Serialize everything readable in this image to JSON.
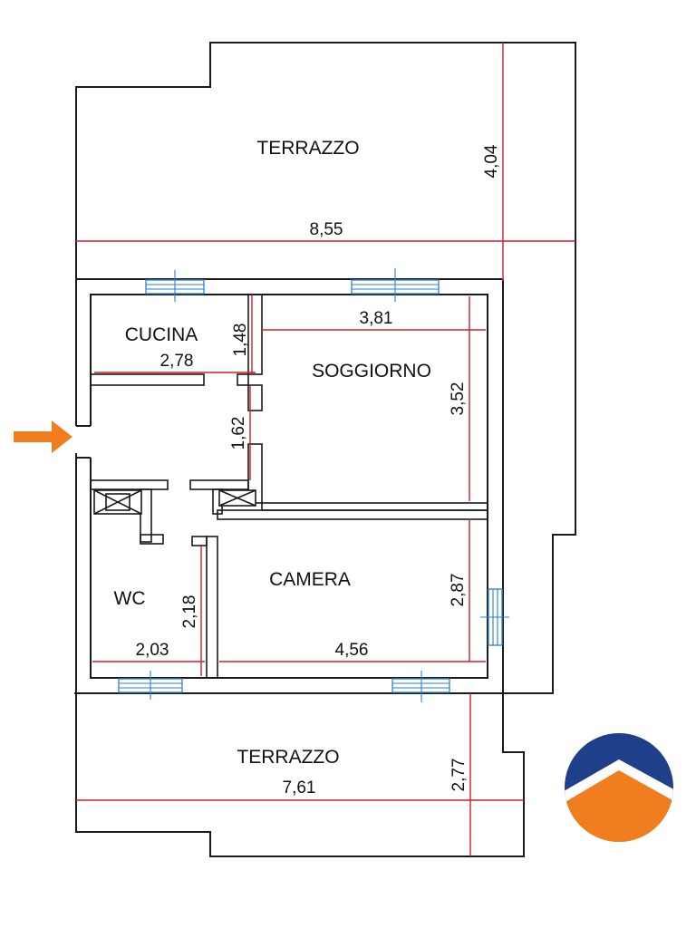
{
  "rooms": {
    "terrazzo_top": "TERRAZZO",
    "cucina": "CUCINA",
    "soggiorno": "SOGGIORNO",
    "wc": "WC",
    "camera": "CAMERA",
    "terrazzo_bottom": "TERRAZZO"
  },
  "dimensions": {
    "terrazzo_top_width": "8,55",
    "terrazzo_top_depth": "4,04",
    "cucina_width": "2,78",
    "cucina_depth": "1,48",
    "soggiorno_width": "3,81",
    "soggiorno_depth": "3,52",
    "corridor_depth": "1,62",
    "wc_width": "2,03",
    "wc_depth": "2,18",
    "camera_width": "4,56",
    "camera_depth": "2,87",
    "terrazzo_bottom_width": "7,61",
    "terrazzo_bottom_depth": "2,77"
  },
  "colors": {
    "walls": "#1a1a1a",
    "dimension_lines": "#d0202a",
    "windows": "#2b7fd4",
    "entrance_arrow": "#f07e1e",
    "logo_blue": "#1f3f8a",
    "logo_orange": "#f07e1e"
  },
  "icons": {
    "entrance": "entrance-arrow-icon",
    "logo": "agency-logo-icon"
  }
}
